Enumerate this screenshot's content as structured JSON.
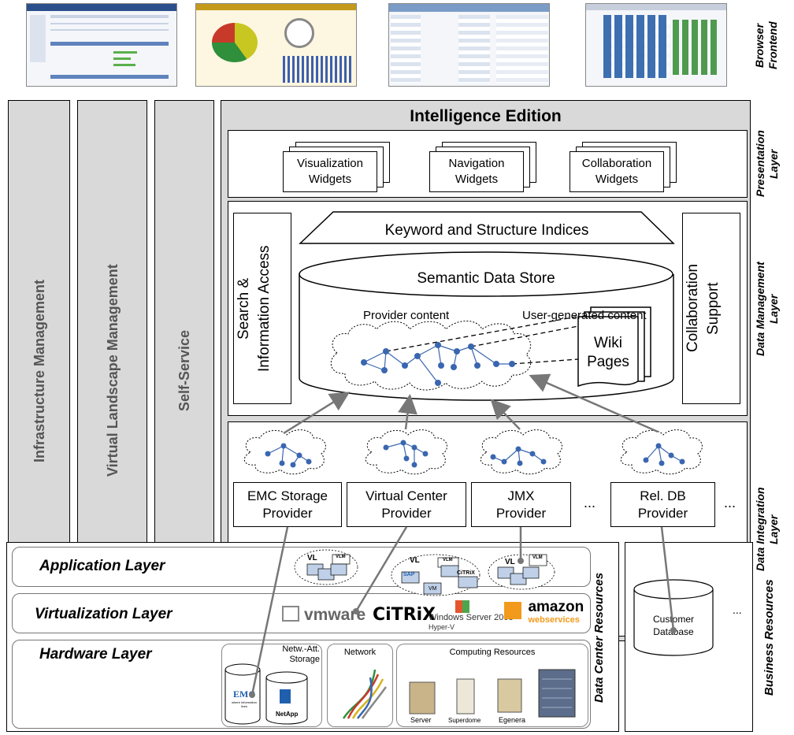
{
  "frontend": {
    "label": "Browser\nFrontend"
  },
  "columns": {
    "infra": "Infrastructure Management",
    "vlm": "Virtual Landscape Management",
    "self": "Self-Service"
  },
  "ie": {
    "title": "Intelligence Edition",
    "presentation_label": "Presentation\nLayer",
    "widgets": [
      "Visualization\nWidgets",
      "Navigation\nWidgets",
      "Collaboration\nWidgets"
    ],
    "dm_label": "Data Management\nLayer",
    "search": "Search &\nInformation Access",
    "indices": "Keyword and Structure Indices",
    "semantic": "Semantic Data Store",
    "provider_content": "Provider content",
    "user_content": "User-generated content",
    "wiki": "Wiki\nPages",
    "collab_support": "Collaboration\nSupport",
    "di_label": "Data Integration\nLayer",
    "providers": [
      "EMC Storage\nProvider",
      "Virtual Center\nProvider",
      "JMX\nProvider",
      "Rel. DB\nProvider"
    ],
    "ellipsis": "..."
  },
  "dc": {
    "label": "Data Center Resources",
    "app_layer": "Application Layer",
    "virt_layer": "Virtualization Layer",
    "hw_layer": "Hardware Layer",
    "vl": "VL",
    "vlm": "VLM",
    "vm": "VM",
    "sap": "SAP",
    "citrix_small": "CiTRiX",
    "virt_logos": {
      "vmware": "vmware",
      "citrix": "CiTRiX",
      "windows": "Windows Server 2008",
      "hyperv": "Hyper-V",
      "amazon": "amazon",
      "aws": "webservices"
    },
    "nas": "Netw.-Att.\nStorage",
    "network": "Network",
    "computing": "Computing Resources",
    "emc": "EMC",
    "emc_tag": "where information lives",
    "netapp": "NetApp",
    "servers": [
      "Server",
      "Superdome",
      "Egenera"
    ]
  },
  "business": {
    "label": "Business Resources",
    "db": "Customer\nDatabase",
    "ellipsis": "..."
  },
  "colors": {
    "gray": "#d9d9d9",
    "node": "#3a66b0",
    "arrow": "#777777",
    "sap": "#1f5fae"
  }
}
